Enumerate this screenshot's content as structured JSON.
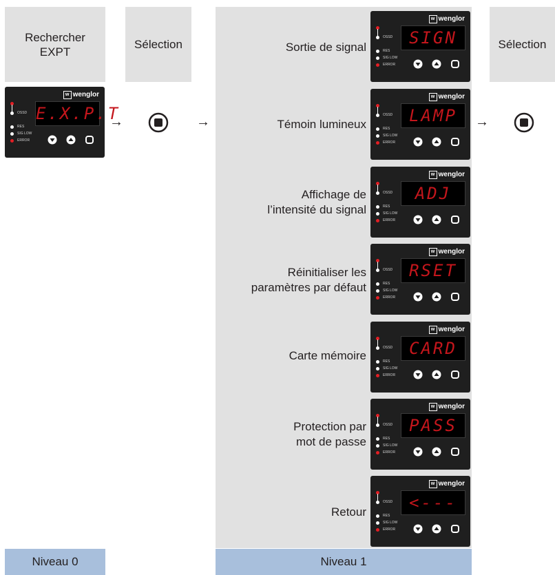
{
  "col0": {
    "title": "Rechercher\nEXPT",
    "level": "Niveau 0"
  },
  "col1": {
    "title": "Sélection"
  },
  "col2": {
    "level": "Niveau 1"
  },
  "col3": {
    "title": "Sélection"
  },
  "device": {
    "brand": "wenglor",
    "leds": [
      "OSSD",
      "RES",
      "SIG LOW",
      "ERROR"
    ]
  },
  "main_display": "E.X.P.T",
  "items": [
    {
      "label": "Sortie de signal",
      "display": "SIGN"
    },
    {
      "label": "Témoin lumineux",
      "display": "LAMP"
    },
    {
      "label": "Affichage de\nl’intensité du signal",
      "display": "ADJ"
    },
    {
      "label": "Réinitialiser les\nparamètres par défaut",
      "display": "RSET"
    },
    {
      "label": "Carte mémoire",
      "display": "CARD"
    },
    {
      "label": "Protection par\nmot de passe",
      "display": "PASS"
    },
    {
      "label": "Retour",
      "display": "<---"
    }
  ],
  "arrow": "→"
}
